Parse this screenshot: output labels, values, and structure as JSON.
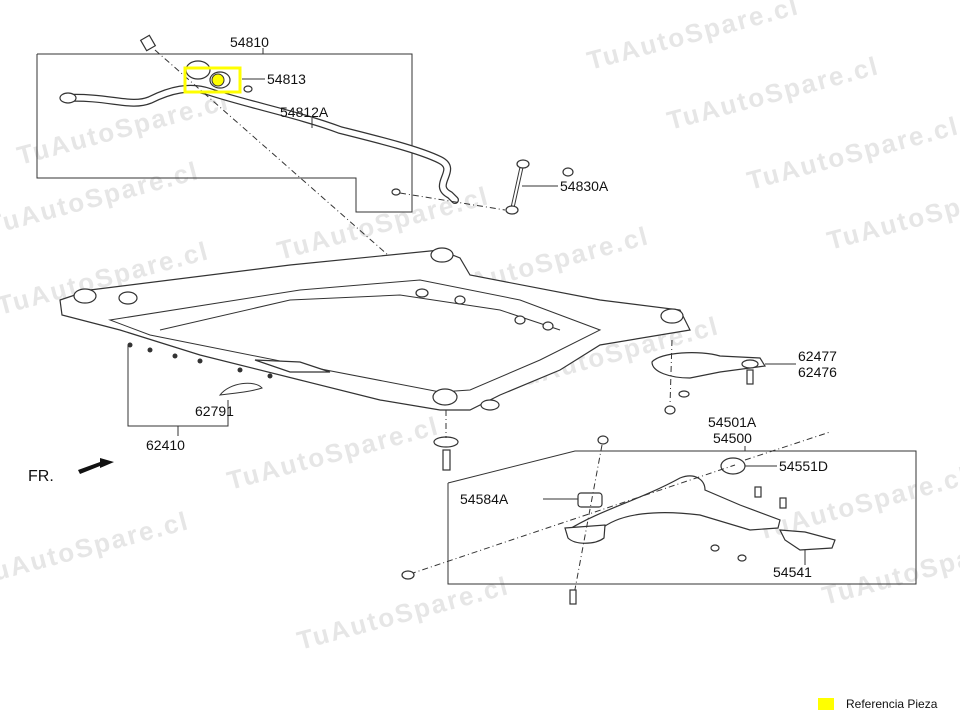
{
  "watermark": "TuAutoSpare.cl",
  "highlight_color": "#ffff00",
  "direction_label": "FR.",
  "parts": {
    "p54810": "54810",
    "p54813": "54813",
    "p54812A": "54812A",
    "p54830A": "54830A",
    "p62477": "62477",
    "p62476": "62476",
    "p62791": "62791",
    "p62410": "62410",
    "p54501A": "54501A",
    "p54500": "54500",
    "p54551D": "54551D",
    "p54584A": "54584A",
    "p54541": "54541"
  },
  "legend": {
    "label": "Referencia Pieza"
  }
}
